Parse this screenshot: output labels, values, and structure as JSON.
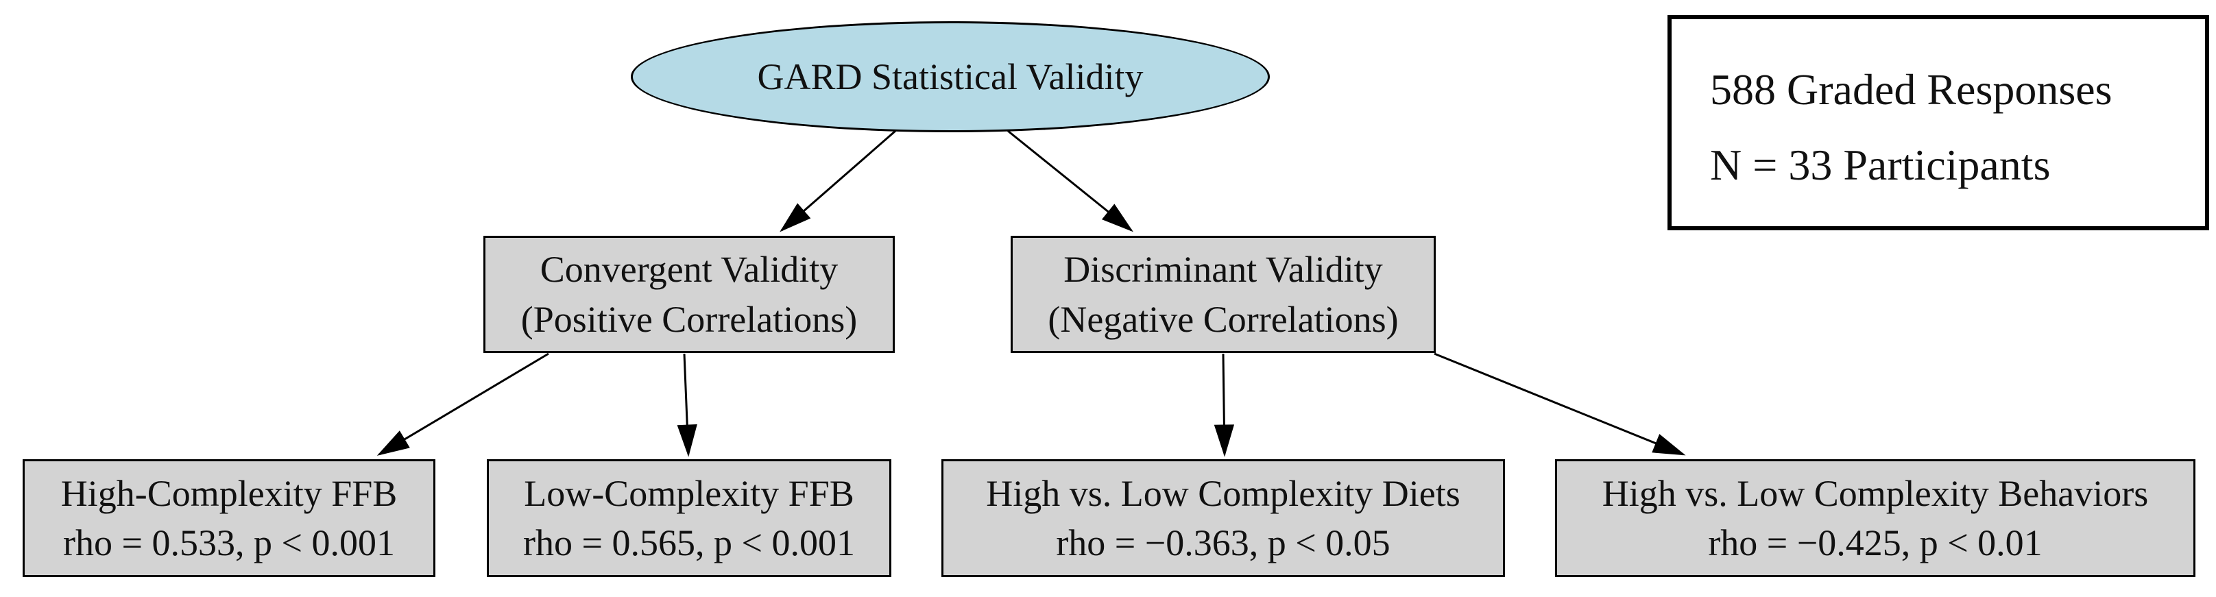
{
  "diagram": {
    "root": {
      "label": "GARD Statistical Validity"
    },
    "info_box": {
      "lines": [
        "588 Graded Responses",
        "N = 33 Participants"
      ]
    },
    "level2": [
      {
        "id": "convergent",
        "line1": "Convergent Validity",
        "line2": "(Positive Correlations)"
      },
      {
        "id": "discriminant",
        "line1": "Discriminant Validity",
        "line2": "(Negative Correlations)"
      }
    ],
    "level3": [
      {
        "id": "high-complexity-ffb",
        "parent": "convergent",
        "line1": "High-Complexity FFB",
        "line2": "rho = 0.533, p < 0.001"
      },
      {
        "id": "low-complexity-ffb",
        "parent": "convergent",
        "line1": "Low-Complexity FFB",
        "line2": "rho = 0.565, p < 0.001"
      },
      {
        "id": "complexity-diets",
        "parent": "discriminant",
        "line1": "High vs. Low Complexity Diets",
        "line2": "rho = −0.363, p < 0.05"
      },
      {
        "id": "complexity-behaviors",
        "parent": "discriminant",
        "line1": "High vs. Low Complexity Behaviors",
        "line2": "rho = −0.425, p < 0.01"
      }
    ],
    "edges": [
      {
        "from": "root",
        "to": "convergent"
      },
      {
        "from": "root",
        "to": "discriminant"
      },
      {
        "from": "convergent",
        "to": "high-complexity-ffb"
      },
      {
        "from": "convergent",
        "to": "low-complexity-ffb"
      },
      {
        "from": "discriminant",
        "to": "complexity-diets"
      },
      {
        "from": "discriminant",
        "to": "complexity-behaviors"
      }
    ],
    "colors": {
      "root_fill": "#b5dae6",
      "box_fill": "#d3d3d3",
      "border": "#000000",
      "edge": "#000000",
      "background": "#ffffff"
    }
  }
}
